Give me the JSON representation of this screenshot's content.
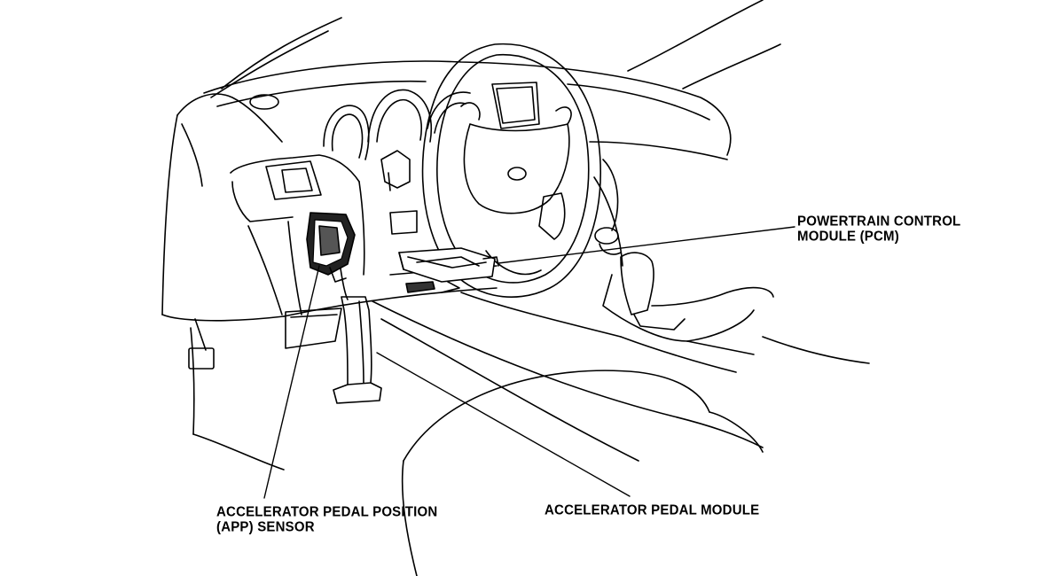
{
  "labels": {
    "pcm": {
      "line1": "POWERTRAIN CONTROL",
      "line2": "MODULE (PCM)"
    },
    "app_sensor": {
      "line1": "ACCELERATOR PEDAL POSITION",
      "line2": "(APP) SENSOR"
    },
    "pedal_module": {
      "line1": "ACCELERATOR PEDAL MODULE"
    }
  },
  "colors": {
    "line": "#000000",
    "background": "#ffffff"
  }
}
